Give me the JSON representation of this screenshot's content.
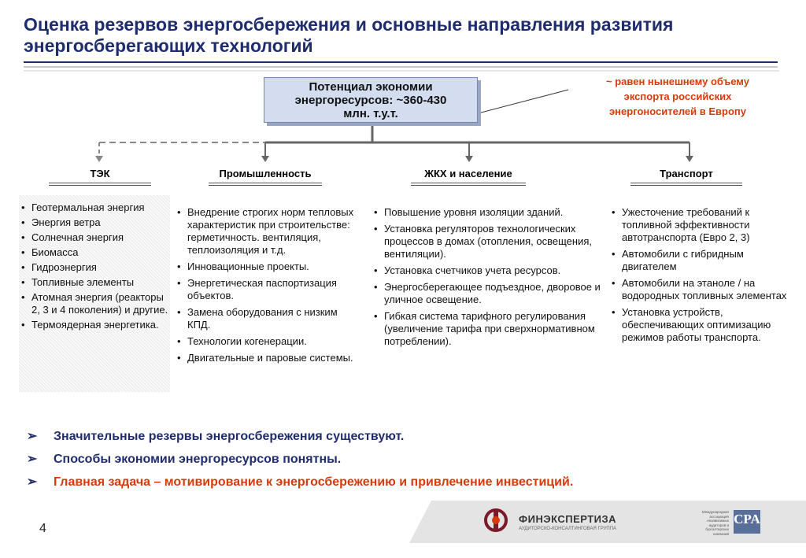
{
  "title": "Оценка резервов энергосбережения и основные направления развития энергосберегающих технологий",
  "potential": {
    "line1": "Потенциал экономии",
    "line2": "энергоресурсов: ~360-430",
    "line3": "млн. т.у.т."
  },
  "note": {
    "line1": "~ равен нынешнему объему",
    "line2": "экспорта российских",
    "line3": "энергоносителей в Европу"
  },
  "categories": [
    {
      "label": "ТЭК",
      "items": [
        "Геотермальная энергия",
        "Энергия ветра",
        "Солнечная энергия",
        "Биомасса",
        "Гидроэнергия",
        "Топливные элементы",
        "Атомная энергия (реакторы 2, 3 и 4 поколения) и другие.",
        "Термоядерная энергетика."
      ]
    },
    {
      "label": "Промышленность",
      "items": [
        "Внедрение строгих норм тепловых характеристик при строительстве: герметичность. вентиляция, теплоизоляция и т.д.",
        "Инновационные проекты.",
        "Энергетическая паспортизация объектов.",
        "Замена оборудования с низким КПД.",
        "Технологии когенерации.",
        "Двигательные и паровые системы."
      ]
    },
    {
      "label": "ЖКХ и население",
      "items": [
        "Повышение уровня изоляции зданий.",
        "Установка регуляторов технологических процессов в домах (отопления, освещения, вентиляции).",
        "Установка счетчиков учета ресурсов.",
        "Энергосберегающее подъездное, дворовое и уличное освещение.",
        "Гибкая система тарифного регулирования (увеличение тарифа при сверхнормативном потреблении)."
      ]
    },
    {
      "label": "Транспорт",
      "items": [
        "Ужесточение требований к топливной эффективности автотранспорта (Евро 2, 3)",
        "Автомобили с гибридным двигателем",
        "Автомобили на этаноле / на водородных топливных элементах",
        "Установка устройств, обеспечивающих оптимизацию режимов работы транспорта."
      ]
    }
  ],
  "summary": {
    "arrow": "➢",
    "line1": "Значительные резервы энергосбережения существуют.",
    "line2": "Способы экономии энергоресурсов понятны.",
    "line3": "Главная задача – мотивирование к энергосбережению и привлечение инвестиций."
  },
  "page_number": "4",
  "footer": {
    "fin_name": "ФИНЭКСПЕРТИЗА",
    "fin_sub": "АУДИТОРСКО-КОНСАЛТИНГОВАЯ ГРУППА",
    "cpa_text": "CPA",
    "cpa_small": "Международная ассоциация независимых аудиторов и бухгалтерских компаний"
  },
  "colors": {
    "title": "#1f2d6e",
    "accent": "#d63a0a",
    "box": "#d4dcf0"
  }
}
